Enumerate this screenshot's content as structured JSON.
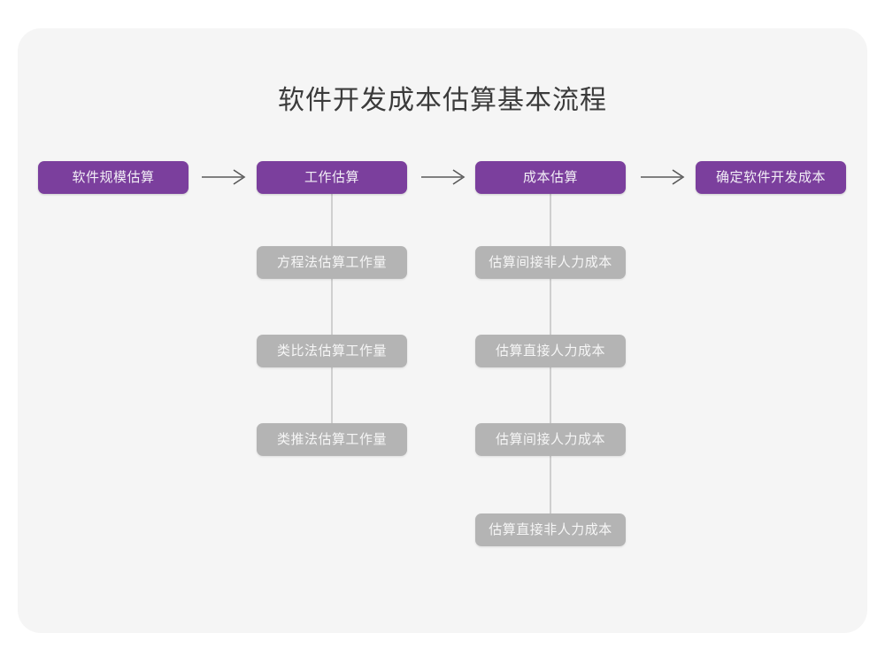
{
  "diagram": {
    "title": "软件开发成本估算基本流程",
    "colors": {
      "canvas": "#ffffff",
      "card": "#f5f5f5",
      "primary_node": "#7b3f9d",
      "primary_text": "#f2eef6",
      "secondary_node": "#b4b4b4",
      "secondary_text": "#f6f6f6",
      "connector": "#cfcfcf",
      "arrow": "#595959",
      "title_text": "#3b3b3b"
    },
    "stages": [
      {
        "id": "stage-1",
        "label": "软件规模估算",
        "substeps": []
      },
      {
        "id": "stage-2",
        "label": "工作估算",
        "substeps": [
          "方程法估算工作量",
          "类比法估算工作量",
          "类推法估算工作量"
        ]
      },
      {
        "id": "stage-3",
        "label": "成本估算",
        "substeps": [
          "估算间接非人力成本",
          "估算直接人力成本",
          "估算间接人力成本",
          "估算直接非人力成本"
        ]
      },
      {
        "id": "stage-4",
        "label": "确定软件开发成本",
        "substeps": []
      }
    ],
    "connectors": [
      {
        "from": "stage-1",
        "to": "stage-2",
        "type": "arrow-right"
      },
      {
        "from": "stage-2",
        "to": "stage-3",
        "type": "arrow-right"
      },
      {
        "from": "stage-3",
        "to": "stage-4",
        "type": "arrow-right"
      }
    ]
  }
}
